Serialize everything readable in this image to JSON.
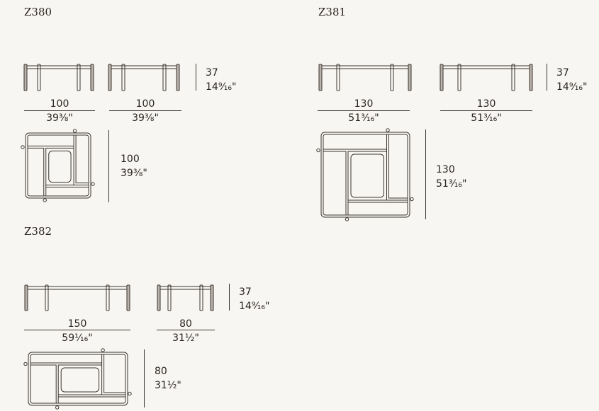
{
  "products": [
    {
      "code": "Z380",
      "height_cm": "37",
      "height_in": "14⁹⁄₁₆\"",
      "width1_cm": "100",
      "width1_in": "39⅜\"",
      "width2_cm": "100",
      "width2_in": "39⅜\"",
      "depth_cm": "100",
      "depth_in": "39⅜\""
    },
    {
      "code": "Z381",
      "height_cm": "37",
      "height_in": "14⁹⁄₁₆\"",
      "width1_cm": "130",
      "width1_in": "51³⁄₁₆\"",
      "width2_cm": "130",
      "width2_in": "51³⁄₁₆\"",
      "depth_cm": "130",
      "depth_in": "51³⁄₁₆\""
    },
    {
      "code": "Z382",
      "height_cm": "37",
      "height_in": "14⁹⁄₁₆\"",
      "width1_cm": "150",
      "width1_in": "59¹⁄₁₆\"",
      "width2_cm": "80",
      "width2_in": "31½\"",
      "depth_cm": "80",
      "depth_in": "31½\""
    }
  ],
  "colors": {
    "background": "#f8f6f2",
    "line": "#3a3430"
  }
}
